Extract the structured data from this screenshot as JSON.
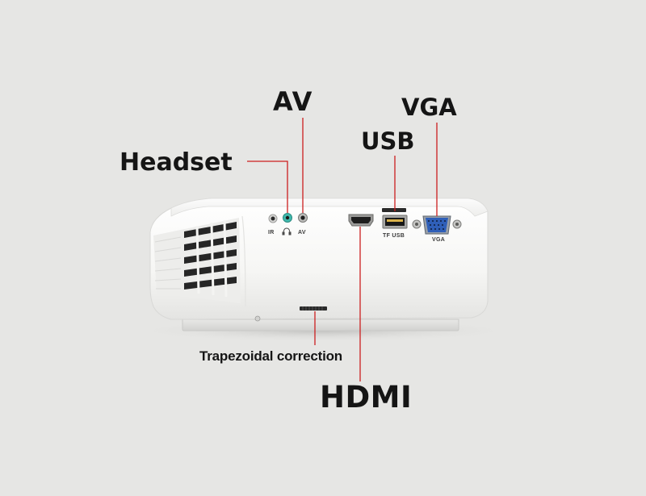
{
  "callouts": {
    "av": "AV",
    "vga": "VGA",
    "usb": "USB",
    "headset": "Headset",
    "trapezoidal": "Trapezoidal correction",
    "hdmi": "HDMI"
  },
  "panel_labels": {
    "ir": "IR",
    "av": "AV",
    "tf_usb": "TF USB",
    "vga": "VGA"
  },
  "colors": {
    "background": "#e6e6e4",
    "body": "#f7f7f5",
    "leader_line": "#cc1f1f",
    "label_text": "#151515"
  },
  "icons": {
    "headphone": "headphone-icon"
  }
}
